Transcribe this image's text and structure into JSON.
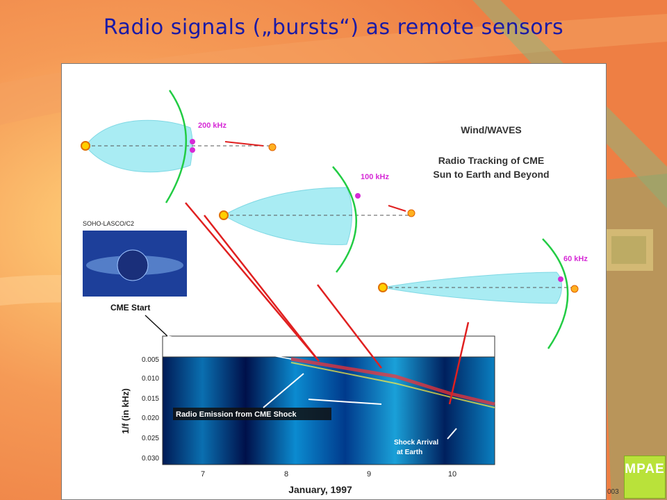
{
  "slide": {
    "title": "Radio signals („bursts“) as remote sensors",
    "footer_year": "003",
    "logo_text": "MPAE"
  },
  "figure": {
    "title_lines": [
      "Wind/WAVES",
      "Radio Tracking of CME",
      "Sun to Earth and Beyond"
    ],
    "freq_labels": [
      "200 kHz",
      "100 kHz",
      "60 kHz"
    ],
    "inset_label": "SOHO-LASCO/C2",
    "cme_start_label": "CME  Start",
    "emission_label": "Radio Emission from CME Shock",
    "shock_arrival_label": [
      "Shock Arrival",
      "at Earth"
    ]
  },
  "chart_data": {
    "type": "heatmap",
    "title": "",
    "xlabel": "January, 1997",
    "ylabel": "1/f (in kHz)",
    "x_ticks": [
      "7",
      "8",
      "9",
      "10"
    ],
    "y_ticks": [
      "0.005",
      "0.010",
      "0.015",
      "0.020",
      "0.025",
      "0.030"
    ],
    "xlim": [
      6.5,
      10.5
    ],
    "ylim": [
      0.0,
      0.032
    ],
    "annotations": [
      "Radio Emission from CME Shock",
      "Shock Arrival at Earth",
      "CME  Start"
    ]
  },
  "colors": {
    "title": "#1a1aa6",
    "background": "#f08a4c",
    "freq_label": "#d62ad6",
    "arrow": "#e02020",
    "shock_front": "#22cc44",
    "plasma": "#a9ecf3"
  }
}
